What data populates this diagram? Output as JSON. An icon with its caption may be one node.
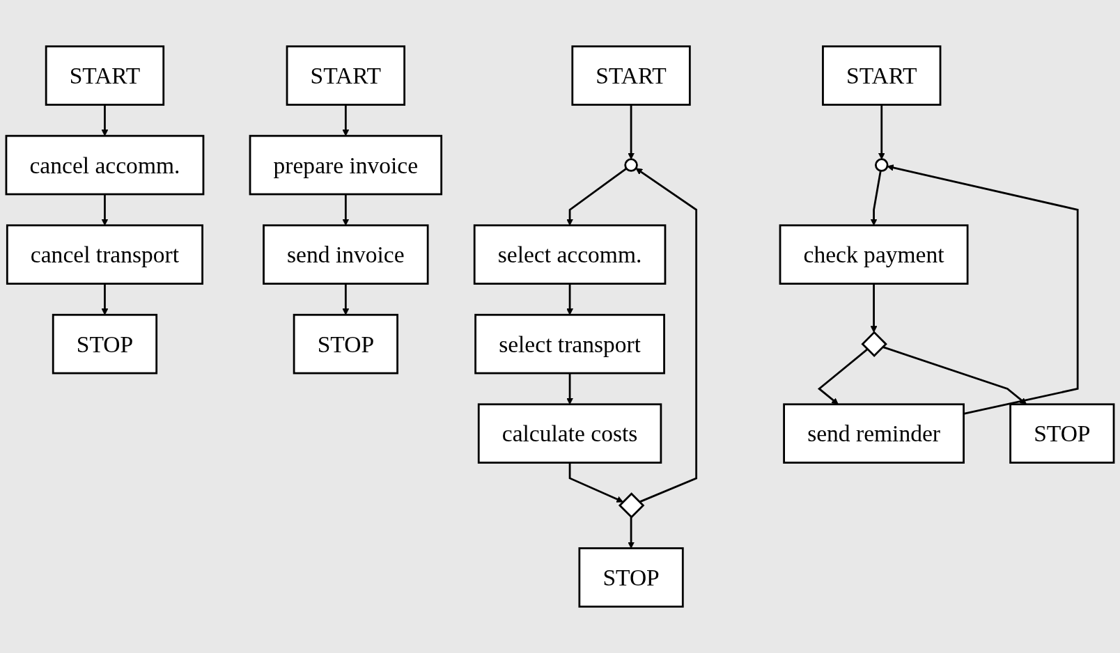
{
  "diagram": {
    "nodes": [
      {
        "text": [
          "START"
        ]
      },
      {
        "text": [],
        "shape": "circle"
      },
      {
        "text": [
          "select accomm."
        ]
      },
      {
        "text": [
          "select transport"
        ]
      },
      {
        "text": [
          "calculate costs"
        ]
      },
      {
        "text": [],
        "shape": "diamond"
      },
      {
        "text": [
          "STOP"
        ]
      },
      {
        "text": [
          "START"
        ]
      },
      {
        "text": [
          "cancel accomm."
        ]
      },
      {
        "text": [
          "cancel transport"
        ]
      },
      {
        "text": [
          "STOP"
        ]
      },
      {
        "text": [
          "START"
        ]
      },
      {
        "text": [
          "prepare invoice"
        ]
      },
      {
        "text": [
          "send invoice"
        ]
      },
      {
        "text": [
          "STOP"
        ]
      },
      {
        "text": [
          "START"
        ]
      },
      {
        "text": [],
        "shape": "circle"
      },
      {
        "text": [
          "check payment"
        ]
      },
      {
        "text": [],
        "shape": "diamond"
      },
      {
        "text": [
          "send reminder"
        ]
      },
      {
        "text": [
          "STOP"
        ]
      }
    ],
    "edges": [
      {
        "from": 0,
        "to": 1,
        "arrow": "to"
      },
      {
        "from": 1,
        "to": 2,
        "arrow": "to"
      },
      {
        "from": 2,
        "to": 3,
        "arrow": "to"
      },
      {
        "from": 3,
        "to": 4,
        "arrow": "to"
      },
      {
        "from": 4,
        "to": 5,
        "arrow": "to"
      },
      {
        "from": 5,
        "to": 6,
        "arrow": "to"
      },
      {
        "from": 5,
        "to": 1,
        "arrow": "to"
      },
      {
        "from": 7,
        "to": 8,
        "arrow": "to"
      },
      {
        "from": 8,
        "to": 9,
        "arrow": "to"
      },
      {
        "from": 9,
        "to": 10,
        "arrow": "to"
      },
      {
        "from": 11,
        "to": 12,
        "arrow": "to"
      },
      {
        "from": 12,
        "to": 13,
        "arrow": "to"
      },
      {
        "from": 13,
        "to": 14,
        "arrow": "to"
      },
      {
        "from": 15,
        "to": 16,
        "arrow": "to"
      },
      {
        "from": 16,
        "to": 17,
        "arrow": "to"
      },
      {
        "from": 17,
        "to": 18,
        "arrow": "to"
      },
      {
        "from": 18,
        "to": 19,
        "arrow": "to"
      },
      {
        "from": 19,
        "to": 16,
        "arrow": "to"
      },
      {
        "from": 18,
        "to": 20,
        "arrow": "to"
      }
    ]
  }
}
